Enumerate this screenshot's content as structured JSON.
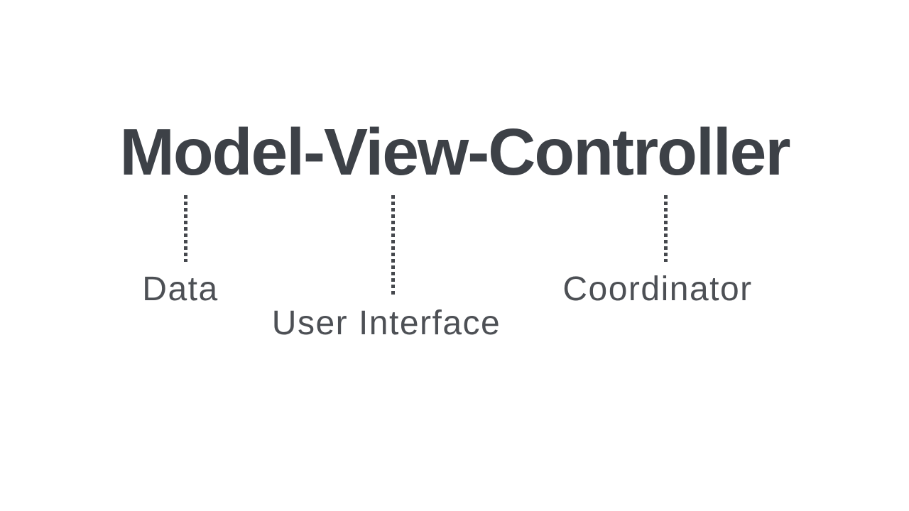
{
  "title": "Model-View-Controller",
  "connectors": [
    {
      "name": "model",
      "label": "Data"
    },
    {
      "name": "view",
      "label": "User Interface"
    },
    {
      "name": "controller",
      "label": "Coordinator"
    }
  ],
  "colors": {
    "background": "#ffffff",
    "title_text": "#3d4147",
    "label_text": "#4d5055",
    "dotted_line": "#45484d"
  }
}
